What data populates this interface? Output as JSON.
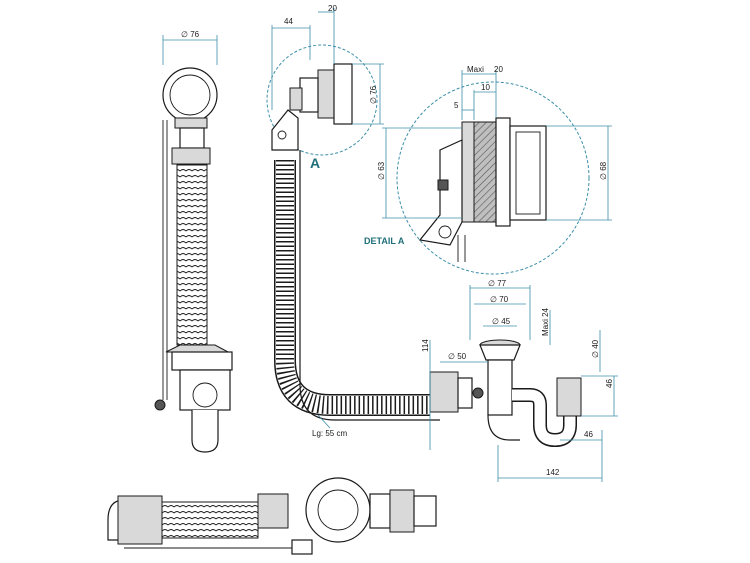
{
  "labels": {
    "detail_marker": "A",
    "detail_title": "DETAIL A",
    "hose_length": "Lg: 55 cm"
  },
  "dimensions": {
    "d76_top": "∅ 76",
    "d44": "44",
    "d20_top": "20",
    "d76_side": "∅ 76",
    "detail_maxi": "Maxi",
    "detail_20": "20",
    "detail_10": "10",
    "detail_5": "5",
    "detail_63": "∅ 63",
    "detail_68": "∅ 68",
    "d77": "∅ 77",
    "d70": "∅ 70",
    "d45": "∅ 45",
    "maxi24": "Maxi 24",
    "d114": "114",
    "d50": "∅ 50",
    "d40": "∅ 40",
    "d46_right": "46",
    "d46_bottom": "46",
    "d142": "142"
  },
  "colors": {
    "dimension_line": "#3c8fa8",
    "label_accent": "#1f6f7a",
    "outline": "#1a1a1a"
  }
}
